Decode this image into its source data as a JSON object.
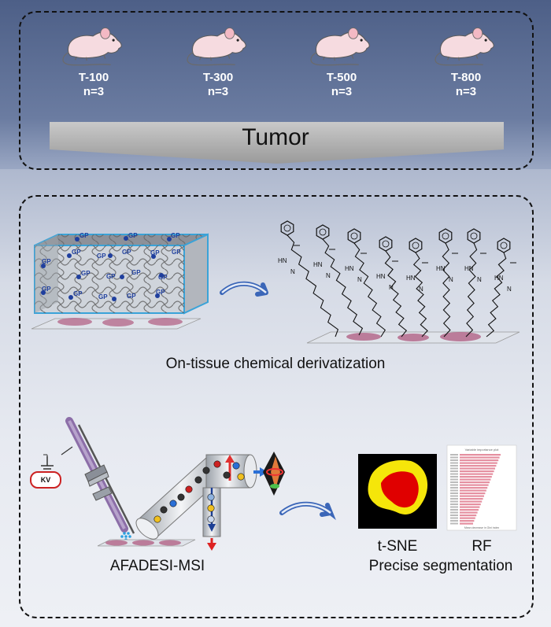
{
  "groups": [
    {
      "name": "T-100",
      "n": "n=3"
    },
    {
      "name": "T-300",
      "n": "n=3"
    },
    {
      "name": "T-500",
      "n": "n=3"
    },
    {
      "name": "T-800",
      "n": "n=3"
    }
  ],
  "tumor_label": "Tumor",
  "derivatization": {
    "caption": "On-tissue chemical derivatization",
    "reagent_label": "GP",
    "chain_labels": [
      "HN",
      "N"
    ]
  },
  "ms": {
    "caption": "AFADESI-MSI",
    "voltage_label": "KV"
  },
  "analysis": {
    "tsne_label": "t-SNE",
    "rf_label": "RF",
    "caption": "Precise segmentation",
    "rf_title": "Variable importance plot",
    "rf_xlabel": "Mean decrease in Gini index"
  },
  "colors": {
    "panel_top": "#4d5f87",
    "cube_edge": "#3aa3d8",
    "arrow": "#3b66b8",
    "rf_bar": "#e58fa0",
    "tsne_red": "#e00000",
    "tsne_yellow": "#f5e60a"
  }
}
